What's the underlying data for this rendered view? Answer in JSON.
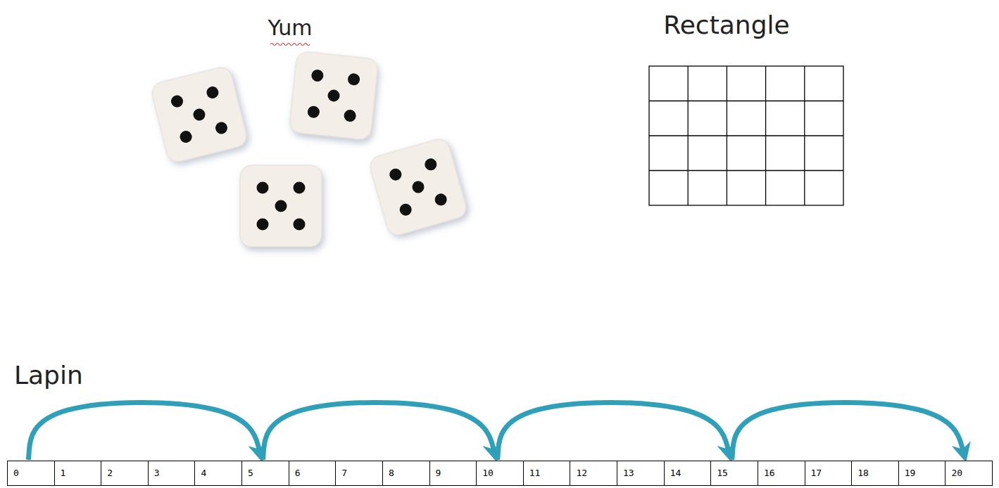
{
  "diagram": {
    "nodes": [
      {
        "text": [
          "0"
        ]
      },
      {
        "text": [
          "1"
        ]
      },
      {
        "text": [
          "2"
        ]
      },
      {
        "text": [
          "3"
        ]
      },
      {
        "text": [
          "4"
        ]
      },
      {
        "text": [
          "5"
        ]
      },
      {
        "text": [
          "6"
        ]
      },
      {
        "text": [
          "7"
        ]
      },
      {
        "text": [
          "8"
        ]
      },
      {
        "text": [
          "9"
        ]
      },
      {
        "text": [
          "10"
        ]
      },
      {
        "text": [
          "11"
        ]
      },
      {
        "text": [
          "12"
        ]
      },
      {
        "text": [
          "13"
        ]
      },
      {
        "text": [
          "14"
        ]
      },
      {
        "text": [
          "15"
        ]
      },
      {
        "text": [
          "16"
        ]
      },
      {
        "text": [
          "17"
        ]
      },
      {
        "text": [
          "18"
        ]
      },
      {
        "text": [
          "19"
        ]
      },
      {
        "text": [
          "20"
        ]
      }
    ],
    "edges": [
      {
        "from": 0,
        "to": 5,
        "arrow": "to"
      },
      {
        "from": 5,
        "to": 10,
        "arrow": "to"
      },
      {
        "from": 10,
        "to": 15,
        "arrow": "to"
      },
      {
        "from": 15,
        "to": 20,
        "arrow": "to"
      }
    ],
    "labels": [
      "Yum",
      "Rectangle",
      "Lapin"
    ]
  }
}
